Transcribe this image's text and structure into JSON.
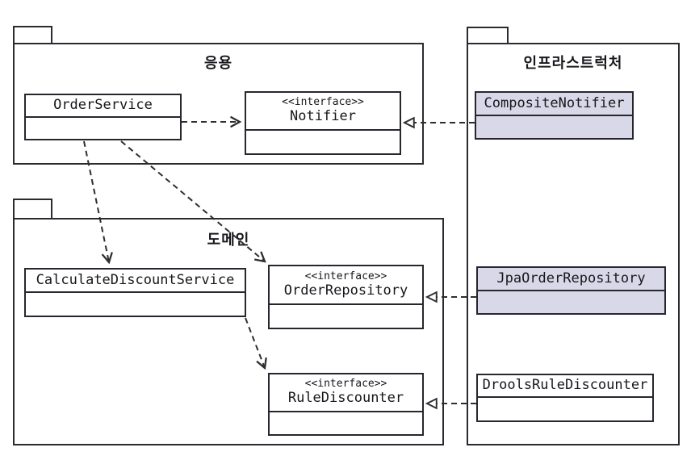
{
  "diagram": {
    "title": "layered-architecture-uml-package-diagram",
    "packages": {
      "app": {
        "label": "응용"
      },
      "domain": {
        "label": "도메인"
      },
      "infra": {
        "label": "인프라스트럭처"
      }
    },
    "classes": {
      "order_service": {
        "name": "OrderService"
      },
      "notifier": {
        "stereotype": "<<interface>>",
        "name": "Notifier"
      },
      "calculate_discount_service": {
        "name": "CalculateDiscountService"
      },
      "order_repository": {
        "stereotype": "<<interface>>",
        "name": "OrderRepository"
      },
      "rule_discounter": {
        "stereotype": "<<interface>>",
        "name": "RuleDiscounter"
      },
      "composite_notifier": {
        "name": "CompositeNotifier"
      },
      "jpa_order_repository": {
        "name": "JpaOrderRepository"
      },
      "drools_rule_discounter": {
        "name": "DroolsRuleDiscounter"
      }
    },
    "colors": {
      "infra_class_fill": "#d8d8e8",
      "class_fill": "#ffffff",
      "line": "#2e2e2e"
    },
    "relations": [
      {
        "type": "dependency",
        "from": "OrderService",
        "to": "Notifier"
      },
      {
        "type": "dependency",
        "from": "OrderService",
        "to": "CalculateDiscountService"
      },
      {
        "type": "dependency",
        "from": "OrderService",
        "to": "OrderRepository"
      },
      {
        "type": "dependency",
        "from": "CalculateDiscountService",
        "to": "RuleDiscounter"
      },
      {
        "type": "realization",
        "from": "CompositeNotifier",
        "to": "Notifier"
      },
      {
        "type": "realization",
        "from": "JpaOrderRepository",
        "to": "OrderRepository"
      },
      {
        "type": "realization",
        "from": "DroolsRuleDiscounter",
        "to": "RuleDiscounter"
      }
    ]
  }
}
